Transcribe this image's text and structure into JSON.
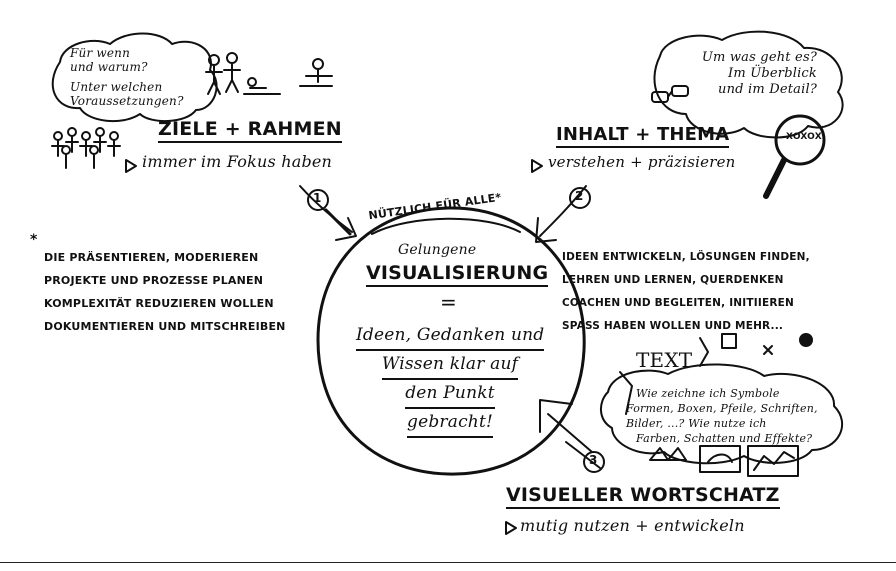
{
  "top_left": {
    "cloud_lines": [
      "Für wenn",
      "und warum?",
      "Unter welchen",
      "Voraussetzungen?"
    ],
    "title": "ZIELE + RAHMEN",
    "subtitle": "immer im Fokus haben",
    "step": "1"
  },
  "top_right": {
    "cloud_lines": [
      "Um was geht es?",
      "Im Überblick",
      "und im Detail?"
    ],
    "title": "INHALT + THEMA",
    "subtitle": "verstehen + präzisieren",
    "step": "2",
    "magnifier_text": "XOXOX"
  },
  "center": {
    "arc_label": "NÜTZLICH FÜR ALLE*",
    "title_small": "Gelungene",
    "title_big": "VISUALISIERUNG",
    "equals": "=",
    "lines": [
      "Ideen, Gedanken und",
      "Wissen klar auf",
      "den Punkt",
      "gebracht!"
    ]
  },
  "left_list": {
    "marker": "*",
    "lines": [
      "DIE PRÄSENTIEREN, MODERIEREN",
      "PROJEKTE UND PROZESSE PLANEN",
      "KOMPLEXITÄT REDUZIEREN WOLLEN",
      "DOKUMENTIEREN UND MITSCHREIBEN"
    ]
  },
  "right_list": {
    "lines": [
      "IDEEN ENTWICKELN, LÖSUNGEN FINDEN,",
      "LEHREN UND LERNEN, QUERDENKEN",
      "COACHEN UND BEGLEITEN, INITIIEREN",
      "SPASS HABEN WOLLEN UND MEHR..."
    ]
  },
  "bottom_right": {
    "text_label": "TEXT",
    "cloud_lines": [
      "Wie zeichne ich Symbole",
      "Formen, Boxen, Pfeile, Schriften,",
      "Bilder, ...? Wie nutze ich",
      "Farben, Schatten und Effekte?"
    ],
    "title": "VISUELLER WORTSCHATZ",
    "subtitle": "mutig nutzen + entwickeln",
    "step": "3"
  }
}
